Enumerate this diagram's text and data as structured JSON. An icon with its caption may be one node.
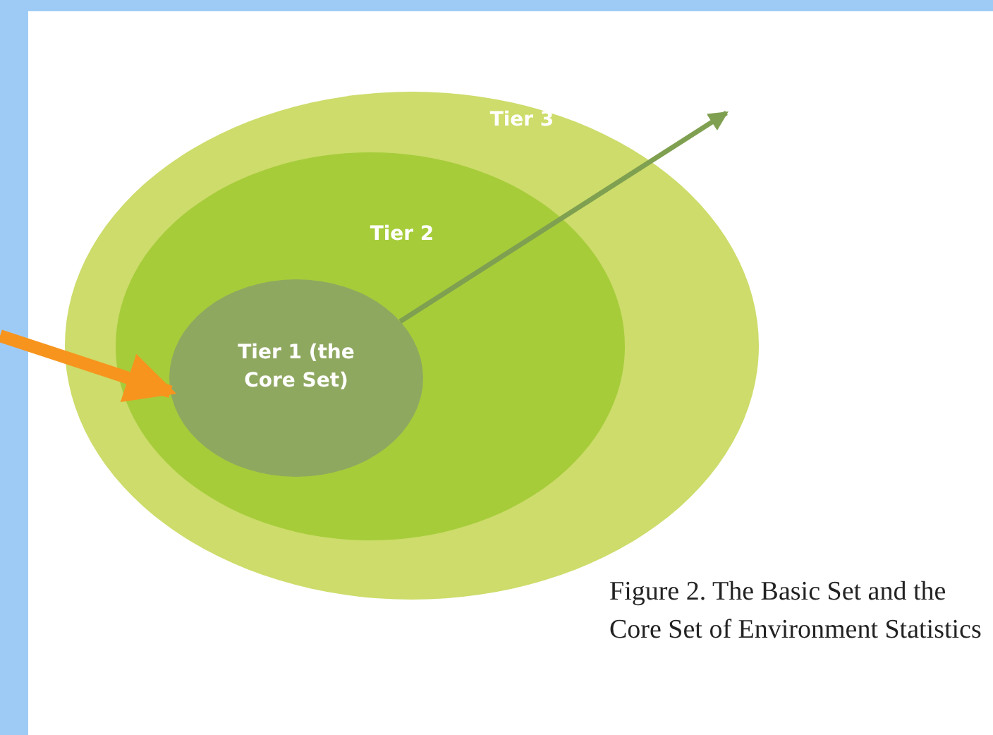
{
  "diagram": {
    "caption": "Figure 2. The Basic Set and the Core Set of Environment Statistics",
    "nodes": [
      {
        "text": [
          "Tier 3"
        ]
      },
      {
        "text": [
          "Tier 2"
        ],
        "in": 0
      },
      {
        "text": [
          "Tier 1 (the Core Set)"
        ],
        "in": 1
      }
    ],
    "edges": [
      {
        "from": null,
        "to": 2,
        "arrow": "to",
        "color": "#f7941d",
        "style": "thick"
      },
      {
        "from": 2,
        "to": null,
        "arrow": "to",
        "color": "#7fa050"
      }
    ]
  }
}
